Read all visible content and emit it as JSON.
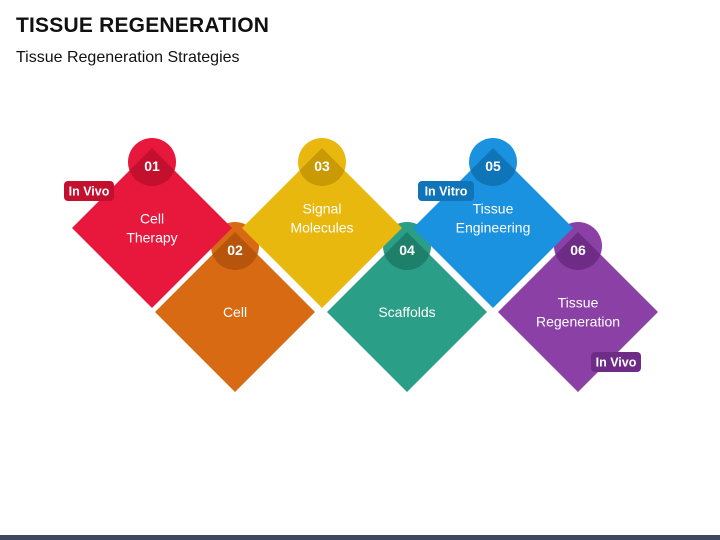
{
  "header": {
    "title": "TISSUE REGENERATION",
    "subtitle": "Tissue Regeneration Strategies"
  },
  "pieces": [
    {
      "number": "01",
      "lines": [
        "Cell",
        "Therapy"
      ],
      "color": "#e8173c",
      "number_color": "#c4102f"
    },
    {
      "number": "02",
      "lines": [
        "Cell"
      ],
      "color": "#d96a14",
      "number_color": "#b8550c"
    },
    {
      "number": "03",
      "lines": [
        "Signal",
        "Molecules"
      ],
      "color": "#e9b80f",
      "number_color": "#c99a06"
    },
    {
      "number": "04",
      "lines": [
        "Scaffolds"
      ],
      "color": "#2a9e86",
      "number_color": "#1e7f6b"
    },
    {
      "number": "05",
      "lines": [
        "Tissue",
        "Engineering"
      ],
      "color": "#1a92e0",
      "number_color": "#0f74b8"
    },
    {
      "number": "06",
      "lines": [
        "Tissue",
        "Regeneration"
      ],
      "color": "#8a40a5",
      "number_color": "#6e2c87"
    }
  ],
  "tags": [
    {
      "label": "In Vivo",
      "color": "#c4102f"
    },
    {
      "label": "In Vitro",
      "color": "#0f74b8"
    },
    {
      "label": "In Vivo",
      "color": "#6e2c87"
    }
  ]
}
